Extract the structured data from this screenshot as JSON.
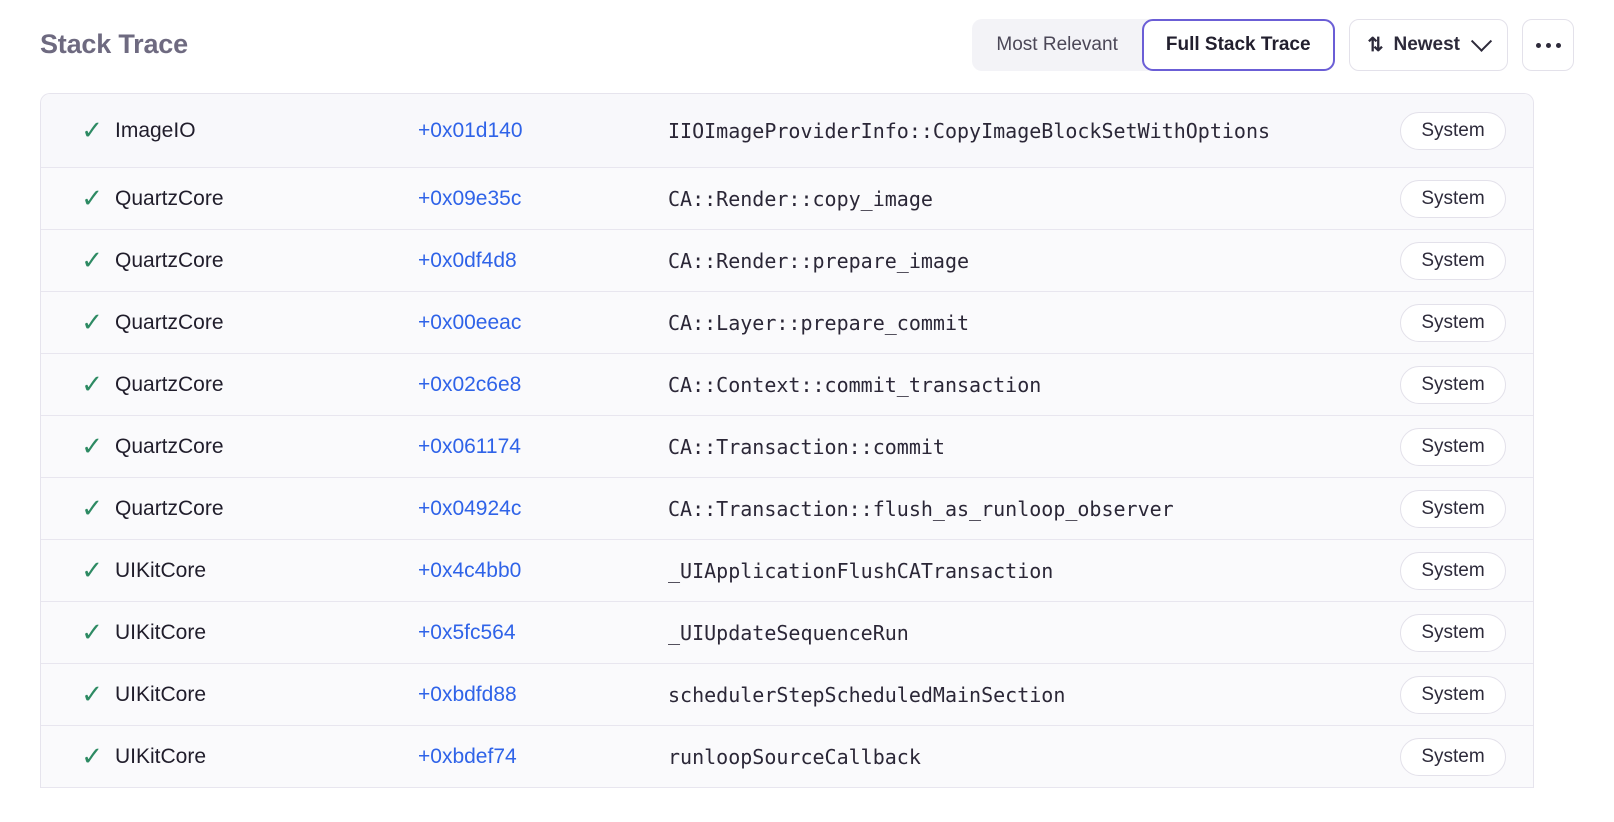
{
  "header": {
    "title": "Stack Trace",
    "segmented": {
      "options": [
        {
          "label": "Most Relevant",
          "active": false
        },
        {
          "label": "Full Stack Trace",
          "active": true
        }
      ]
    },
    "sort": {
      "icon": "sort-arrows-icon",
      "label": "Newest",
      "chevron": "chevron-down-icon"
    },
    "more": {
      "label": "...",
      "icon": "ellipsis-icon"
    }
  },
  "colors": {
    "accent_purple": "#6b5ed6",
    "link_blue": "#2f63e8",
    "check_green": "#2d8a63",
    "title_gray": "#6e6a80",
    "row_bg": "#fafafc",
    "row_border": "#e8e6ef"
  },
  "table": {
    "check_glyph": "✓",
    "rows": [
      {
        "status": "resolved",
        "library": "ImageIO",
        "offset": "+0x01d140",
        "function": "IIOImageProviderInfo::CopyImageBlockSetWithOptions",
        "badge": "System"
      },
      {
        "status": "resolved",
        "library": "QuartzCore",
        "offset": "+0x09e35c",
        "function": "CA::Render::copy_image",
        "badge": "System"
      },
      {
        "status": "resolved",
        "library": "QuartzCore",
        "offset": "+0x0df4d8",
        "function": "CA::Render::prepare_image",
        "badge": "System"
      },
      {
        "status": "resolved",
        "library": "QuartzCore",
        "offset": "+0x00eeac",
        "function": "CA::Layer::prepare_commit",
        "badge": "System"
      },
      {
        "status": "resolved",
        "library": "QuartzCore",
        "offset": "+0x02c6e8",
        "function": "CA::Context::commit_transaction",
        "badge": "System"
      },
      {
        "status": "resolved",
        "library": "QuartzCore",
        "offset": "+0x061174",
        "function": "CA::Transaction::commit",
        "badge": "System"
      },
      {
        "status": "resolved",
        "library": "QuartzCore",
        "offset": "+0x04924c",
        "function": "CA::Transaction::flush_as_runloop_observer",
        "badge": "System"
      },
      {
        "status": "resolved",
        "library": "UIKitCore",
        "offset": "+0x4c4bb0",
        "function": "_UIApplicationFlushCATransaction",
        "badge": "System"
      },
      {
        "status": "resolved",
        "library": "UIKitCore",
        "offset": "+0x5fc564",
        "function": "_UIUpdateSequenceRun",
        "badge": "System"
      },
      {
        "status": "resolved",
        "library": "UIKitCore",
        "offset": "+0xbdfd88",
        "function": "schedulerStepScheduledMainSection",
        "badge": "System"
      },
      {
        "status": "resolved",
        "library": "UIKitCore",
        "offset": "+0xbdef74",
        "function": "runloopSourceCallback",
        "badge": "System"
      }
    ]
  }
}
